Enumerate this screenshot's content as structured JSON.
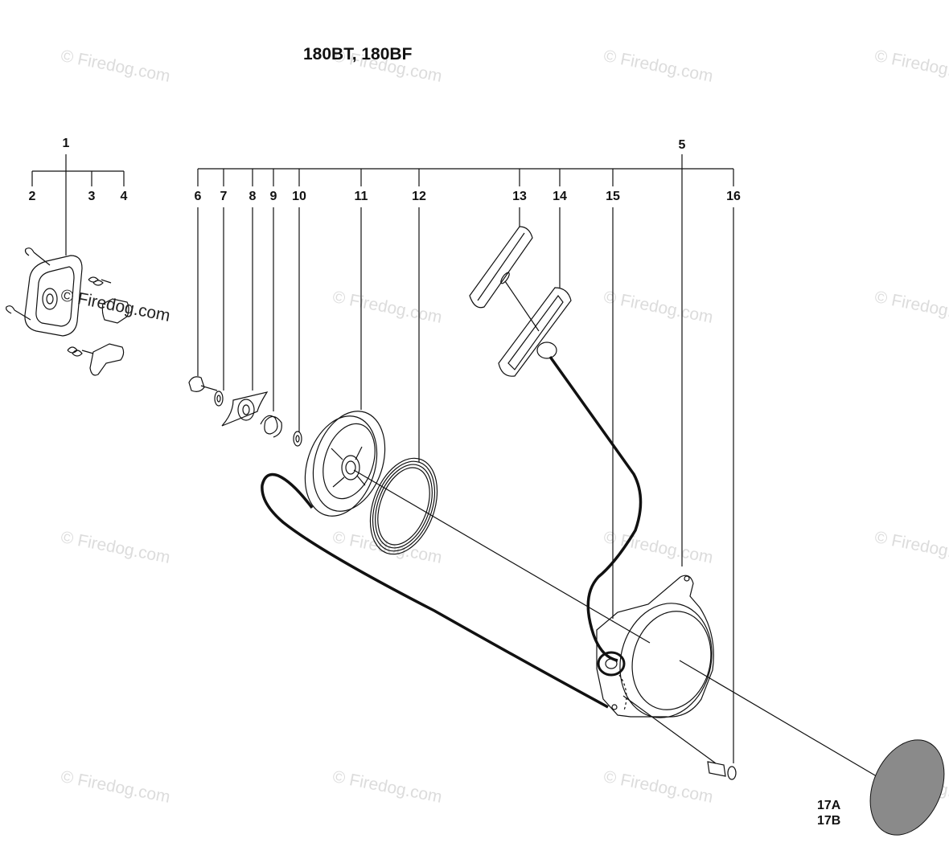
{
  "title": "180BT, 180BF",
  "watermark": "© Firedog.com",
  "callouts": {
    "c1": "1",
    "c2": "2",
    "c3": "3",
    "c4": "4",
    "c5": "5",
    "c6": "6",
    "c7": "7",
    "c8": "8",
    "c9": "9",
    "c10": "10",
    "c11": "11",
    "c12": "12",
    "c13": "13",
    "c14": "14",
    "c15": "15",
    "c16": "16",
    "c17a": "17A",
    "c17b": "17B"
  },
  "colors": {
    "line": "#111111",
    "watermark": "#dcdcdc",
    "label_disc": "#8a8a8a"
  }
}
